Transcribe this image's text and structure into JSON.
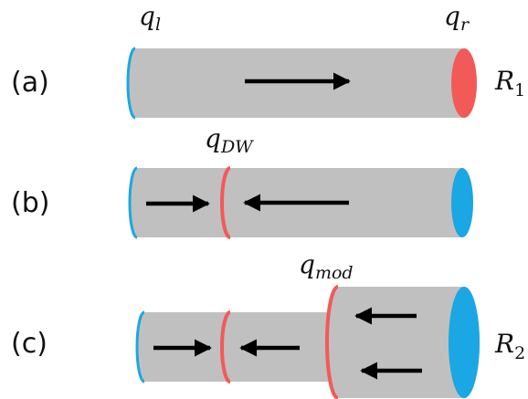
{
  "colors": {
    "tube_body": "#c0c0c0",
    "tube_shade": "#b4b4b4",
    "charge_blue": "#1aa7e3",
    "charge_red": "#f25a58",
    "arrow": "#000000"
  },
  "panels": {
    "a": {
      "label": "(a)",
      "left_charge": {
        "symbol": "q",
        "subscript": "l"
      },
      "right_charge": {
        "symbol": "q",
        "subscript": "r"
      },
      "radius": {
        "symbol": "R",
        "subscript": "1"
      }
    },
    "b": {
      "label": "(b)",
      "domain_wall_charge": {
        "symbol": "q",
        "subscript": "DW"
      }
    },
    "c": {
      "label": "(c)",
      "modulation_charge": {
        "symbol": "q",
        "subscript": "mod"
      },
      "radius": {
        "symbol": "R",
        "subscript": "2"
      }
    }
  }
}
